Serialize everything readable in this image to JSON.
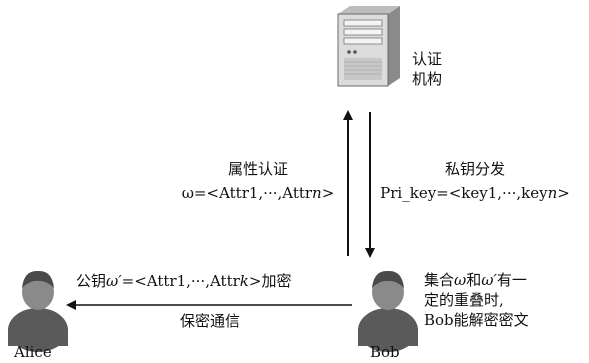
{
  "authority": {
    "label_line1": "认证",
    "label_line2": "机构"
  },
  "attribute_auth": {
    "title": "属性认证",
    "formula_prefix": "ω=<Attr1,···,Attr",
    "formula_var": "n",
    "formula_suffix": ">"
  },
  "key_distribution": {
    "title": "私钥分发",
    "formula_prefix": "Pri_key=<key1,···,key",
    "formula_var": "n",
    "formula_suffix": ">"
  },
  "channel": {
    "top_prefix": "公钥",
    "top_omega": "ω′",
    "top_middle": "=<Attr1,···,Attr",
    "top_var": "k",
    "top_suffix": ">加密",
    "bottom": "保密通信"
  },
  "bob_note": {
    "line1_prefix": "集合",
    "line1_omega": "ω",
    "line1_mid": "和",
    "line1_omega2": "ω′",
    "line1_suffix": "有一",
    "line2": "定的重叠时,",
    "line3": "Bob能解密密文"
  },
  "alice": {
    "name": "Alice"
  },
  "bob": {
    "name": "Bob"
  },
  "colors": {
    "line": "#111111",
    "person": "#6f6f6f",
    "person_dark": "#3e3e3e",
    "server": "#d9d9d9",
    "server_dark": "#7a7a7a"
  },
  "icons": [
    "server-icon",
    "person-icon"
  ]
}
